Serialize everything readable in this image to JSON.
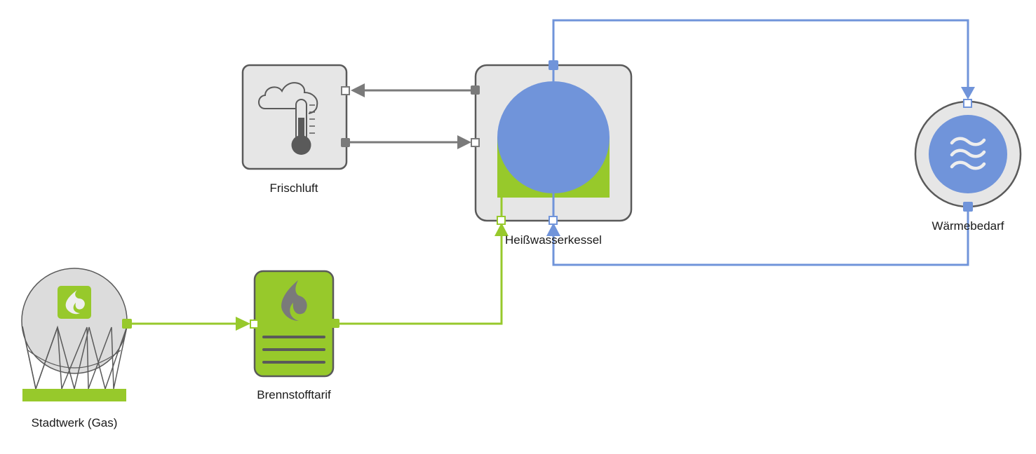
{
  "colors": {
    "gas_green": "#97c92b",
    "heat_blue": "#7094da",
    "air_gray": "#7a7a7a",
    "node_fill": "#e6e6e6",
    "node_stroke": "#5a5a5a",
    "port_open": "#ffffff",
    "icon_white": "#eeeeee"
  },
  "nodes": [
    {
      "id": "stadtwerk",
      "label": "Stadtwerk (Gas)",
      "icon": "gas-tank-icon"
    },
    {
      "id": "brennstofftarif",
      "label": "Brennstofftarif",
      "icon": "fuel-tariff-icon"
    },
    {
      "id": "frischluft",
      "label": "Frischluft",
      "icon": "weather-thermometer-icon"
    },
    {
      "id": "heisswasserkessel",
      "label": "Heißwasserkessel",
      "icon": "boiler-icon"
    },
    {
      "id": "waermebedarf",
      "label": "Wärmebedarf",
      "icon": "heat-demand-icon"
    }
  ],
  "connections": [
    {
      "from": "stadtwerk",
      "to": "brennstofftarif",
      "medium": "gas"
    },
    {
      "from": "brennstofftarif",
      "to": "heisswasserkessel",
      "medium": "gas"
    },
    {
      "from": "heisswasserkessel",
      "to": "frischluft",
      "medium": "air"
    },
    {
      "from": "frischluft",
      "to": "heisswasserkessel",
      "medium": "air"
    },
    {
      "from": "heisswasserkessel",
      "to": "waermebedarf",
      "medium": "heat"
    },
    {
      "from": "waermebedarf",
      "to": "heisswasserkessel",
      "medium": "heat"
    }
  ]
}
